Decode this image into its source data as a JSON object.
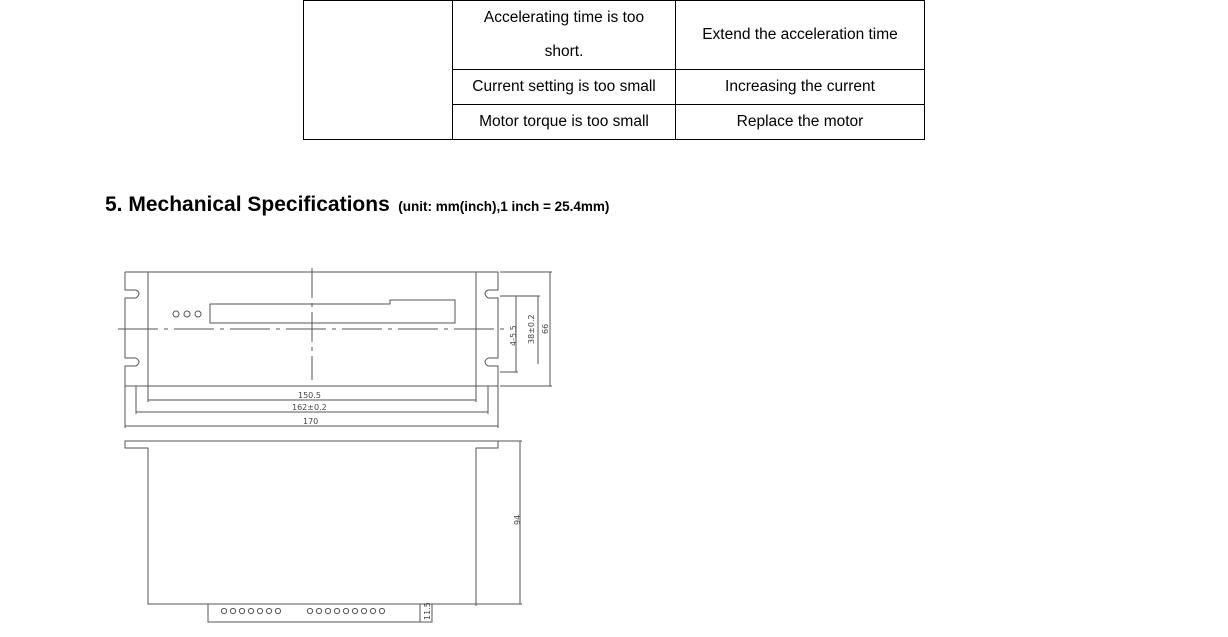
{
  "troubleshooting_table": {
    "rows": [
      {
        "cause": "Accelerating time is too short.",
        "cause_line1": "Accelerating time is too",
        "cause_line2": "short.",
        "solution": "Extend the acceleration time"
      },
      {
        "cause": "Current setting is too small",
        "solution": "Increasing the current"
      },
      {
        "cause": "Motor torque is too small",
        "solution": "Replace the motor"
      }
    ]
  },
  "section": {
    "number_title": "5. Mechanical Specifications",
    "unit_note": "(unit: mm(inch),1 inch = 25.4mm)"
  },
  "drawing": {
    "dim_width_inner": "150.5",
    "dim_width_holes": "162±0.2",
    "dim_width_total": "170",
    "dim_slot": "4-5.5",
    "dim_hole_spacing": "38±0.2",
    "dim_height_front": "66",
    "dim_depth": "94",
    "dim_terminal": "11.5"
  }
}
